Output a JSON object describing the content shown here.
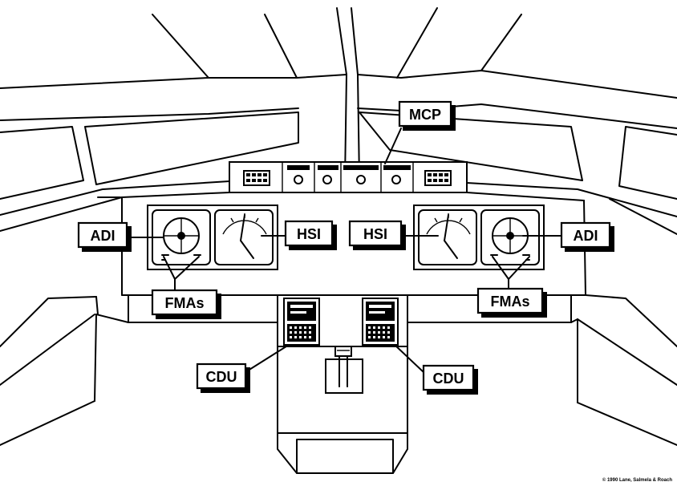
{
  "labels": {
    "mcp": "MCP",
    "adi_left": "ADI",
    "hsi_left": "HSI",
    "hsi_right": "HSI",
    "adi_right": "ADI",
    "fmas_left": "FMAs",
    "fmas_right": "FMAs",
    "cdu_left": "CDU",
    "cdu_right": "CDU"
  },
  "copyright": "© 1990 Lane, Salmela & Roach"
}
